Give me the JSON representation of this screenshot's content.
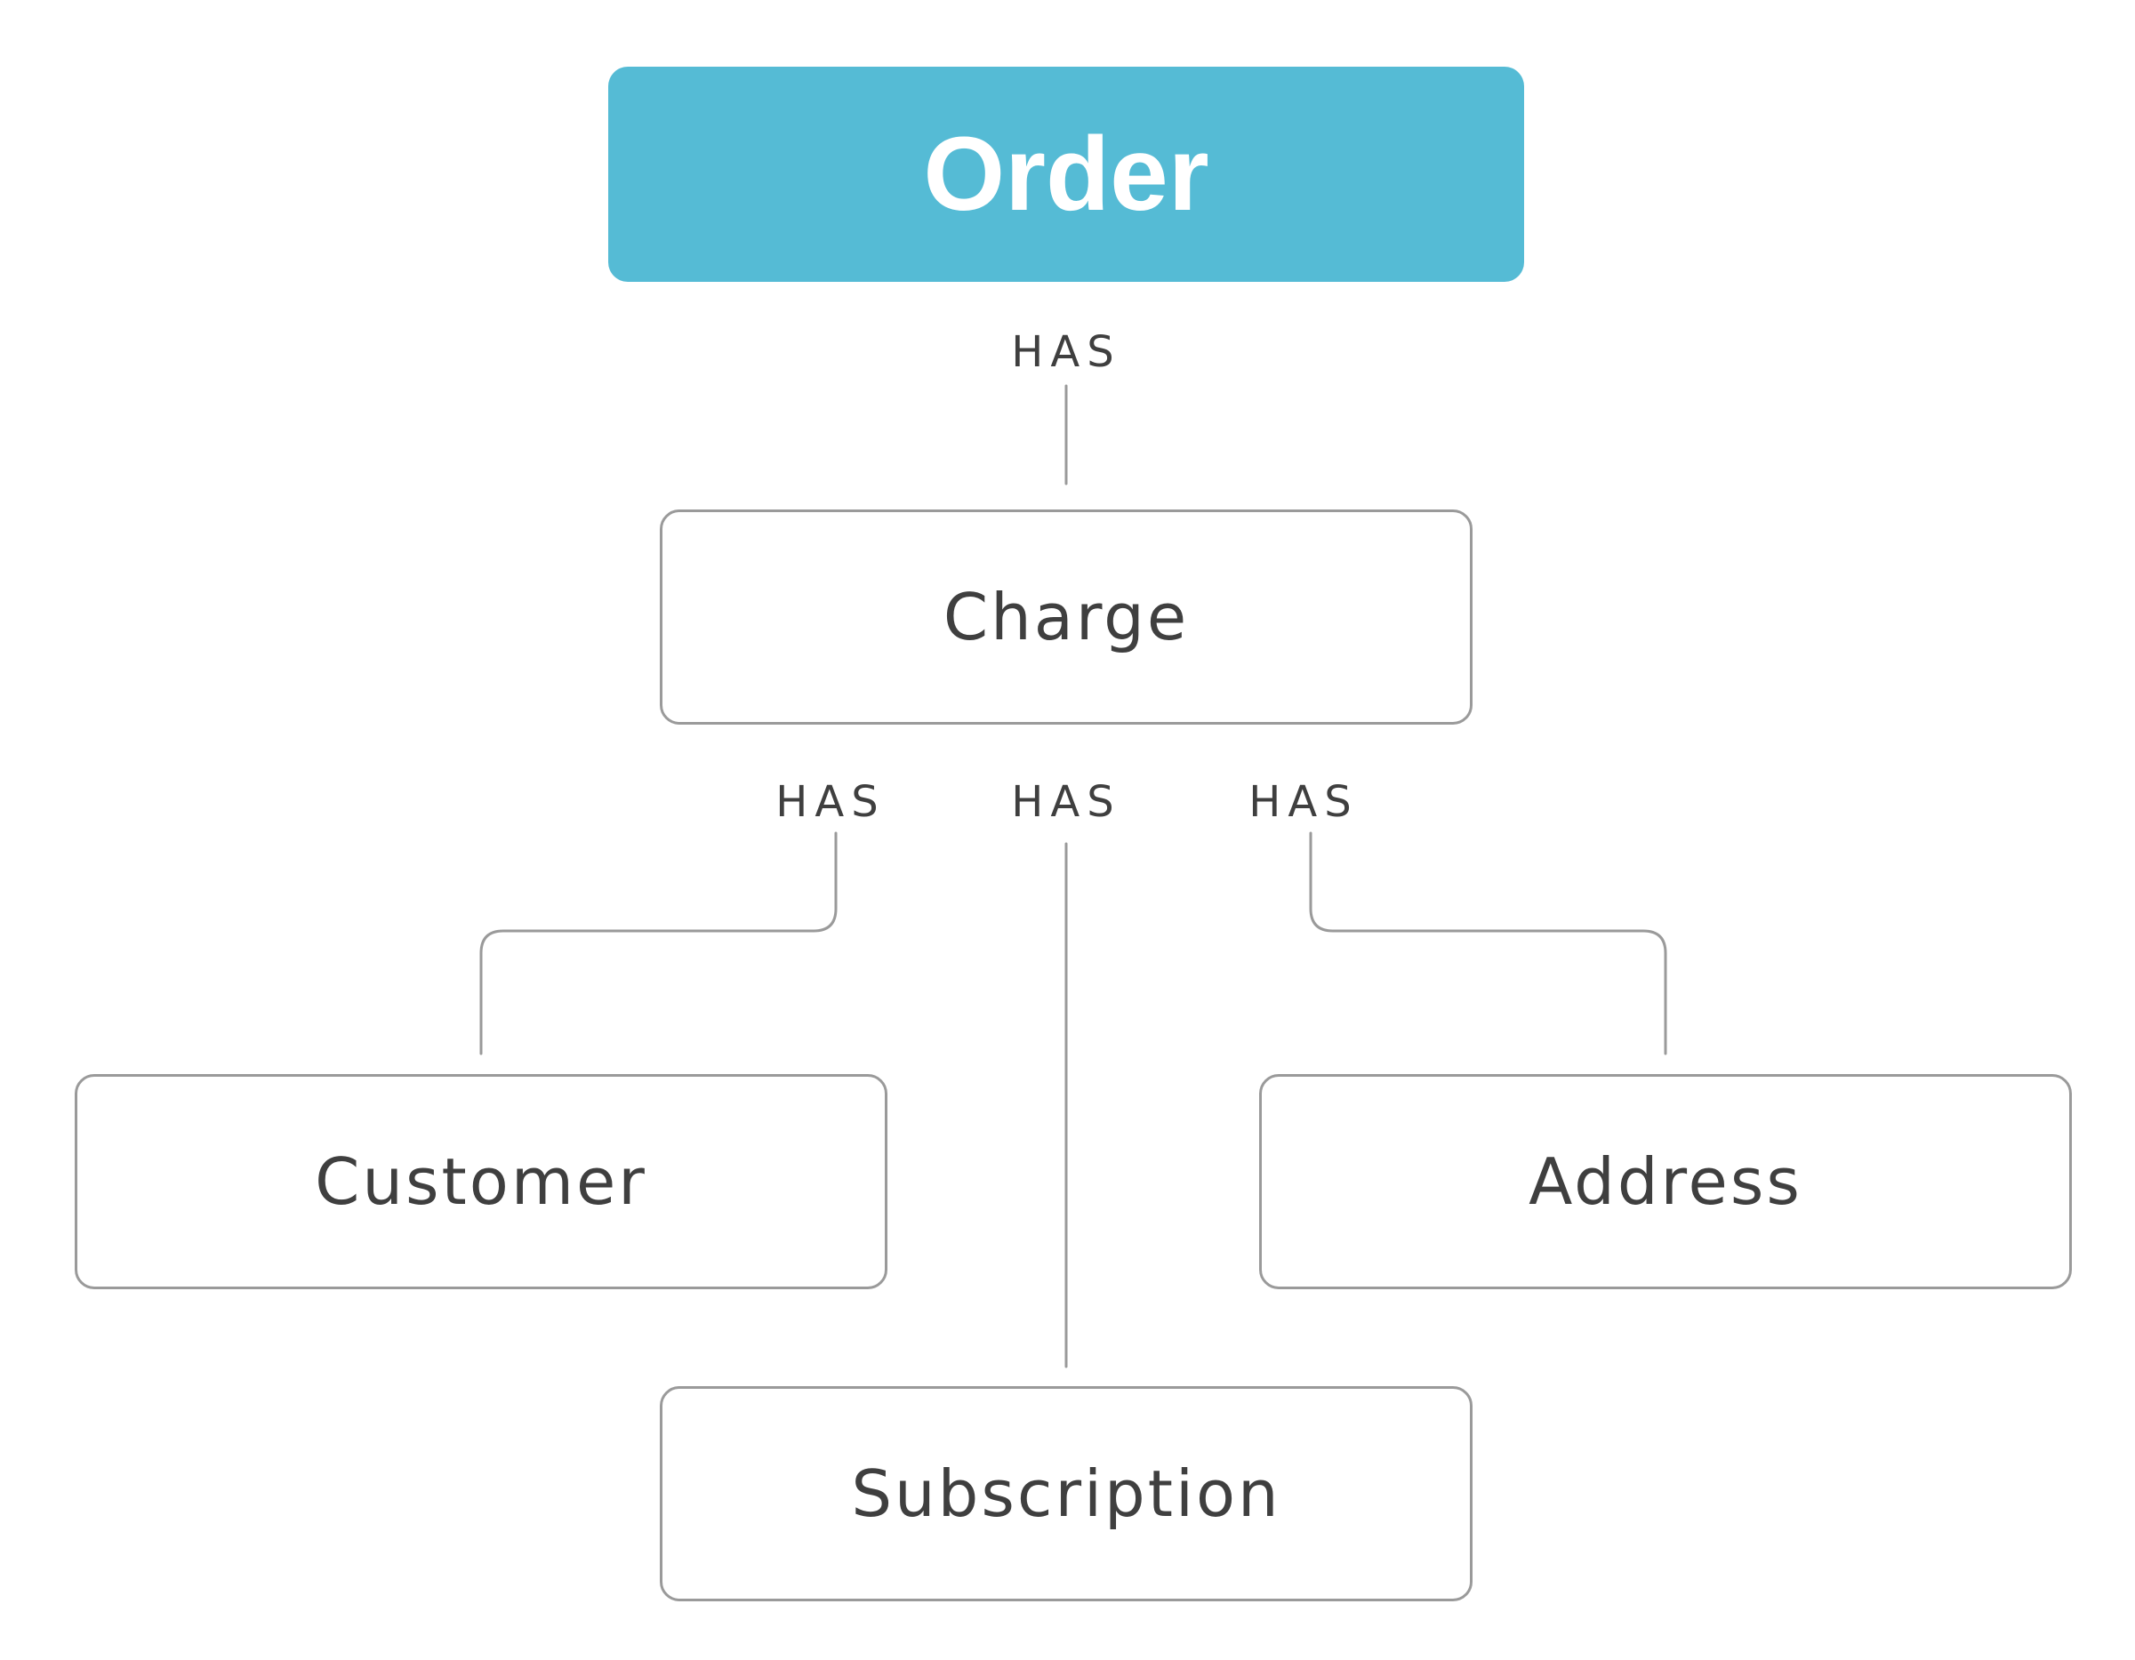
{
  "diagram": {
    "nodes": {
      "order": "Order",
      "charge": "Charge",
      "customer": "Customer",
      "address": "Address",
      "subscription": "Subscription"
    },
    "edges": [
      {
        "from": "order",
        "to": "charge",
        "label": "HAS"
      },
      {
        "from": "charge",
        "to": "customer",
        "label": "HAS"
      },
      {
        "from": "charge",
        "to": "subscription",
        "label": "HAS"
      },
      {
        "from": "charge",
        "to": "address",
        "label": "HAS"
      }
    ],
    "colors": {
      "root_fill": "#55bbd5",
      "root_text": "#ffffff",
      "node_border": "#9a9a9a",
      "connector": "#9a9a9a",
      "text": "#3f3f3f"
    }
  }
}
